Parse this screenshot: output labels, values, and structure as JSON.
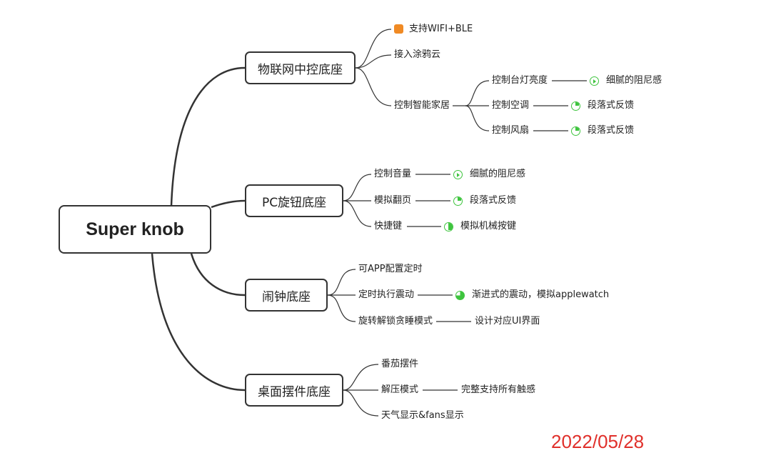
{
  "root": "Super knob",
  "branches": {
    "iot": {
      "label": "物联网中控底座",
      "wifi": "支持WIFI+BLE",
      "tuya": "接入涂鸦云",
      "smarthome": "控制智能家居",
      "lamp": "控制台灯亮度",
      "lamp_feel": "细腻的阻尼感",
      "ac": "控制空调",
      "ac_feel": "段落式反馈",
      "fan": "控制风扇",
      "fan_feel": "段落式反馈"
    },
    "pc": {
      "label": "PC旋钮底座",
      "volume": "控制音量",
      "volume_feel": "细腻的阻尼感",
      "page": "模拟翻页",
      "page_feel": "段落式反馈",
      "shortcut": "快捷键",
      "shortcut_feel": "模拟机械按键"
    },
    "alarm": {
      "label": "闹钟底座",
      "app": "可APP配置定时",
      "vibrate": "定时执行震动",
      "vibrate_feel": "渐进式的震动，模拟applewatch",
      "snooze": "旋转解锁贪睡模式",
      "snooze_ui": "设计对应UI界面"
    },
    "desk": {
      "label": "桌面摆件底座",
      "tomato": "番茄摆件",
      "decompress": "解压模式",
      "decompress_feel": "完整支持所有触感",
      "weather": "天气显示&fans显示"
    }
  },
  "date": "2022/05/28",
  "colors": {
    "line": "#333333",
    "accent": "#3ec43e",
    "wifi": "#f08a24",
    "date": "#e0302b"
  },
  "icons": [
    "rss-icon",
    "play-circle-icon",
    "pie-quarter-icon",
    "half-circle-icon",
    "three-quarter-icon"
  ]
}
